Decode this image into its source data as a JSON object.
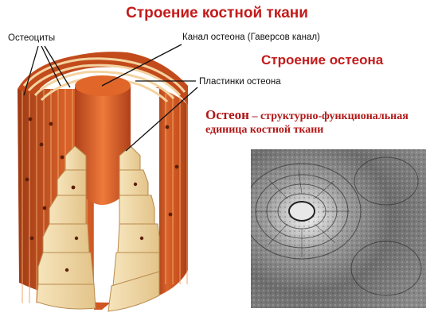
{
  "title": "Строение костной ткани",
  "labels": {
    "osteocytes": "Остеоциты",
    "canal": "Канал остеона (Гаверсов канал)",
    "lamellae": "Пластинки остеона"
  },
  "subtitle": "Строение остеона",
  "definition": {
    "term": "Остеон",
    "text": " – структурно-функциональная единица костной ткани"
  },
  "colors": {
    "title": "#c41a1a",
    "bone_dark": "#b8431a",
    "bone_mid": "#d9622a",
    "bone_light": "#f0b070",
    "lamella": "#f4e0b2",
    "canal": "#d95a1e"
  }
}
